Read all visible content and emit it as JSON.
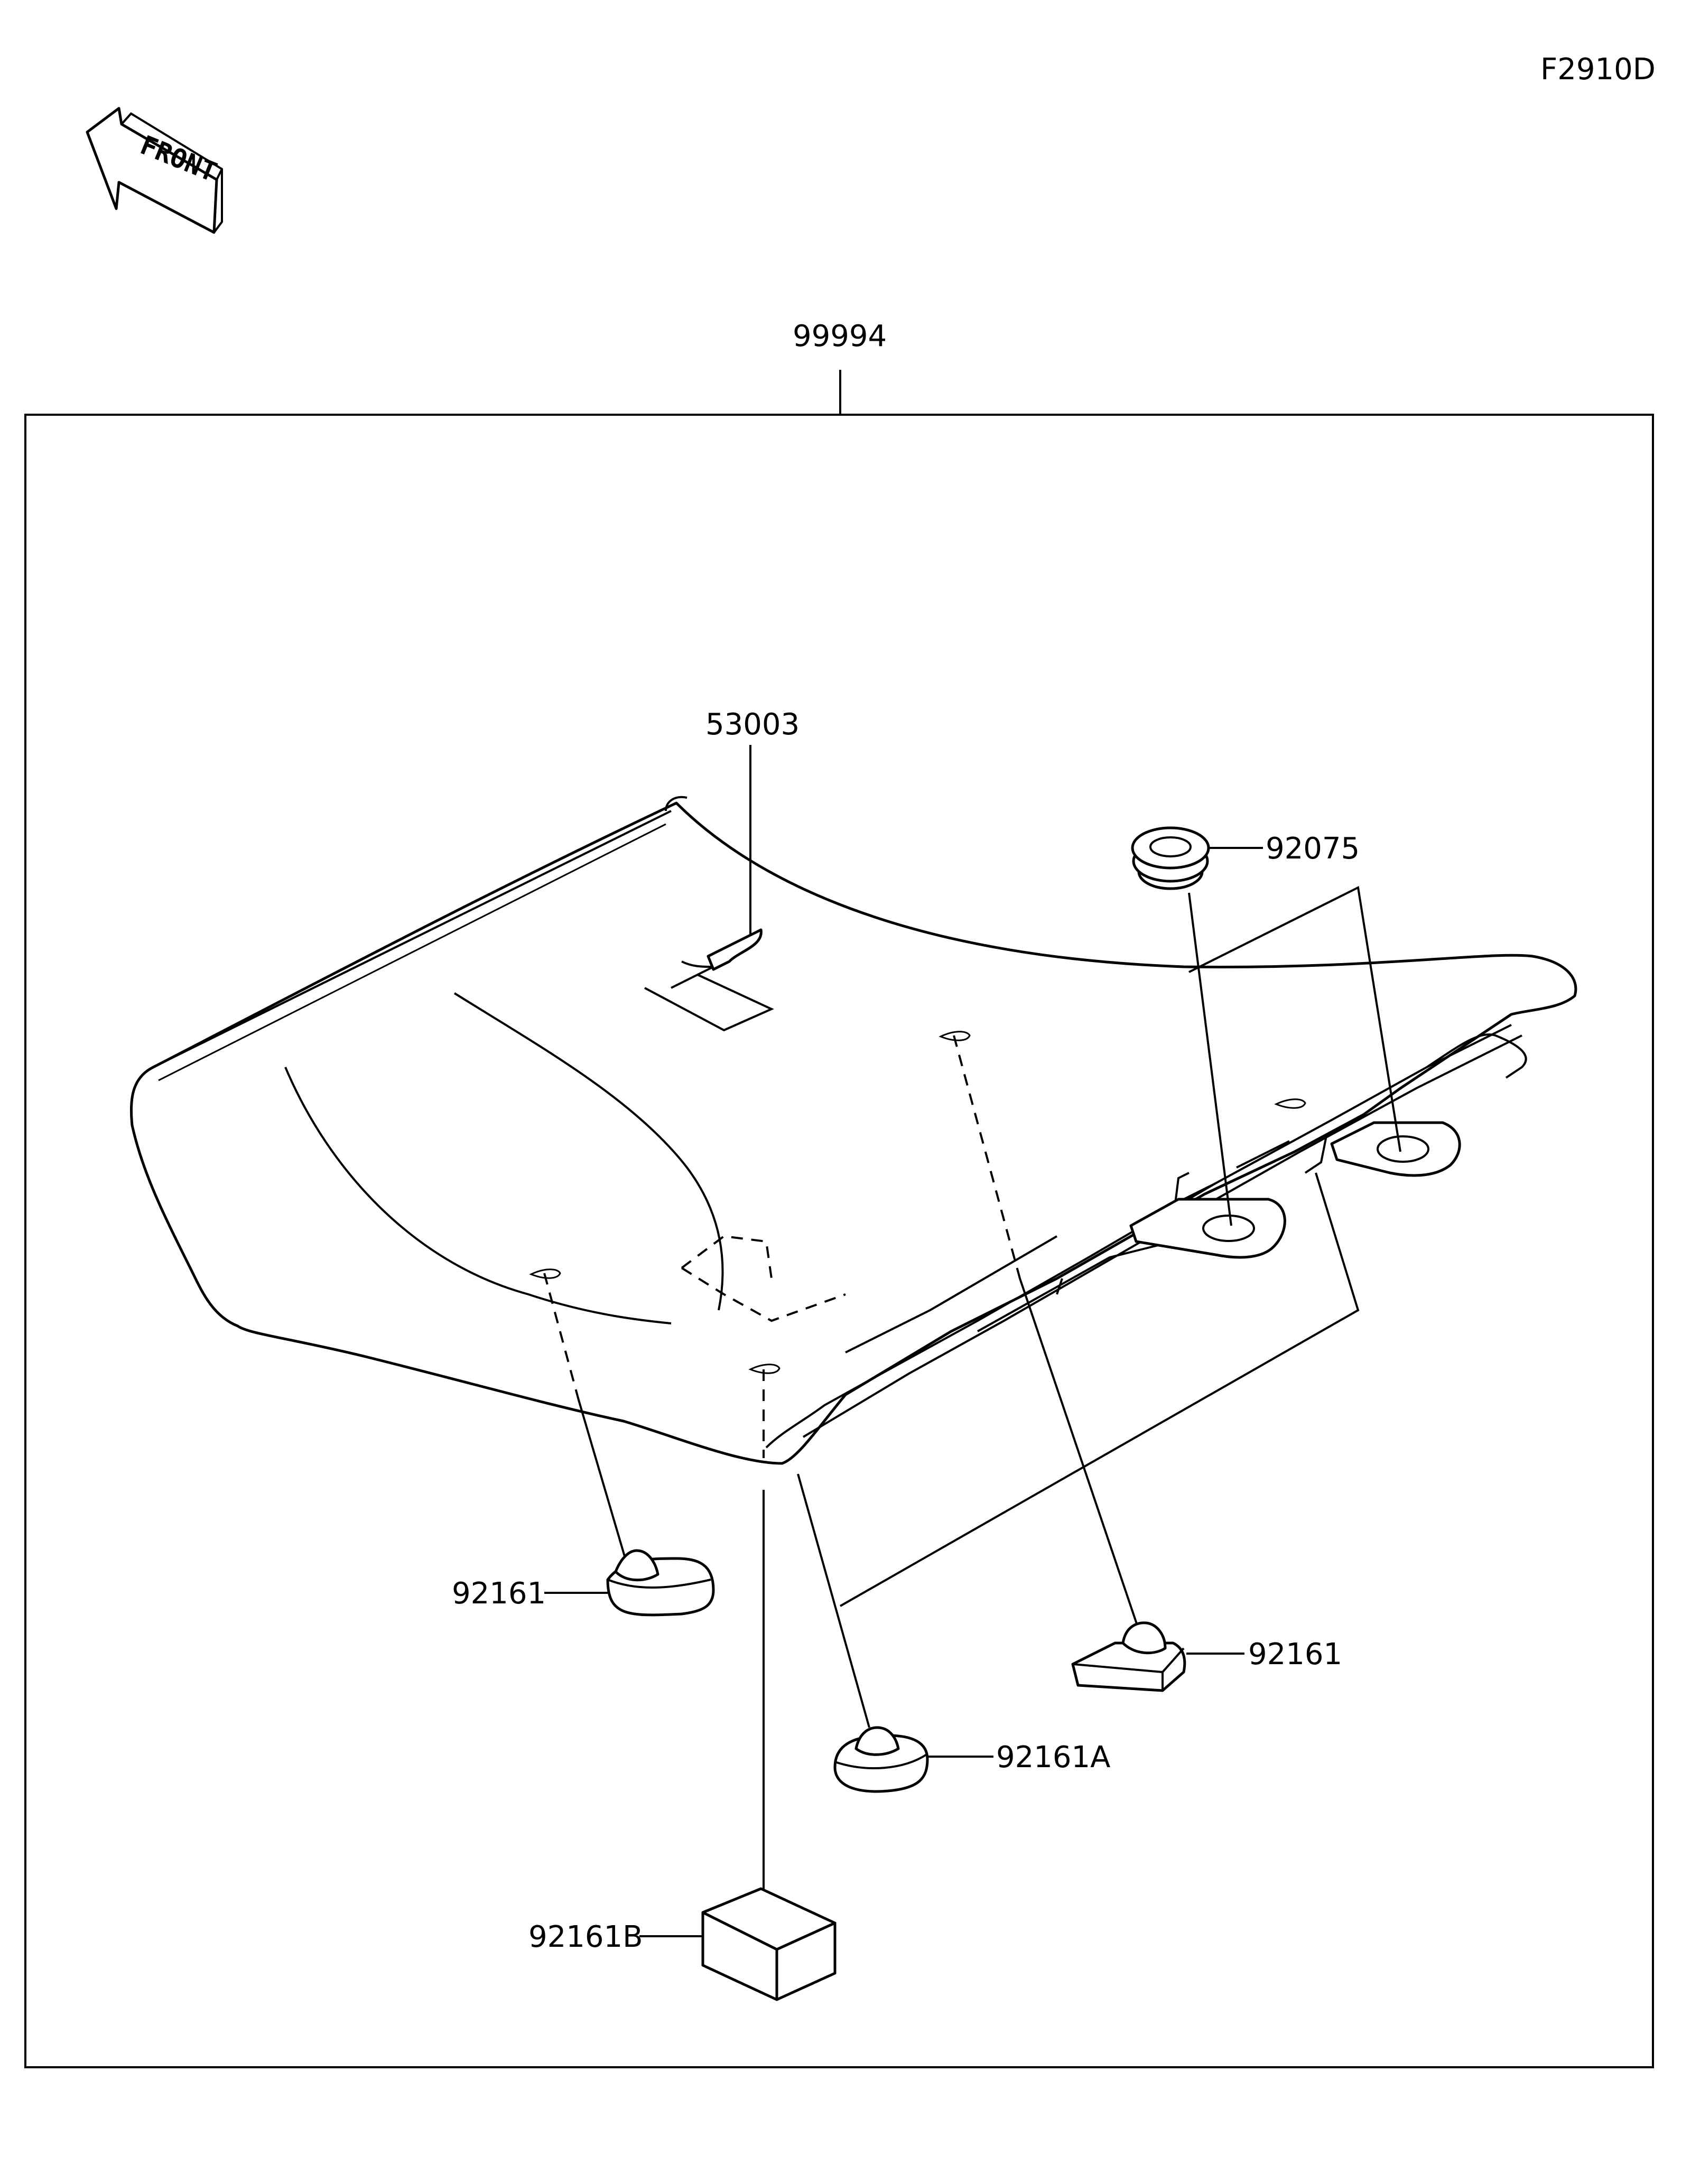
{
  "figure_id": "F2910D",
  "front_label": "FRONT",
  "callouts": {
    "assembly": "99994",
    "seat_pad": "53003",
    "grommet": "92075",
    "damper_left": "92161",
    "damper_right": "92161",
    "damper_a": "92161A",
    "damper_b": "92161B"
  }
}
